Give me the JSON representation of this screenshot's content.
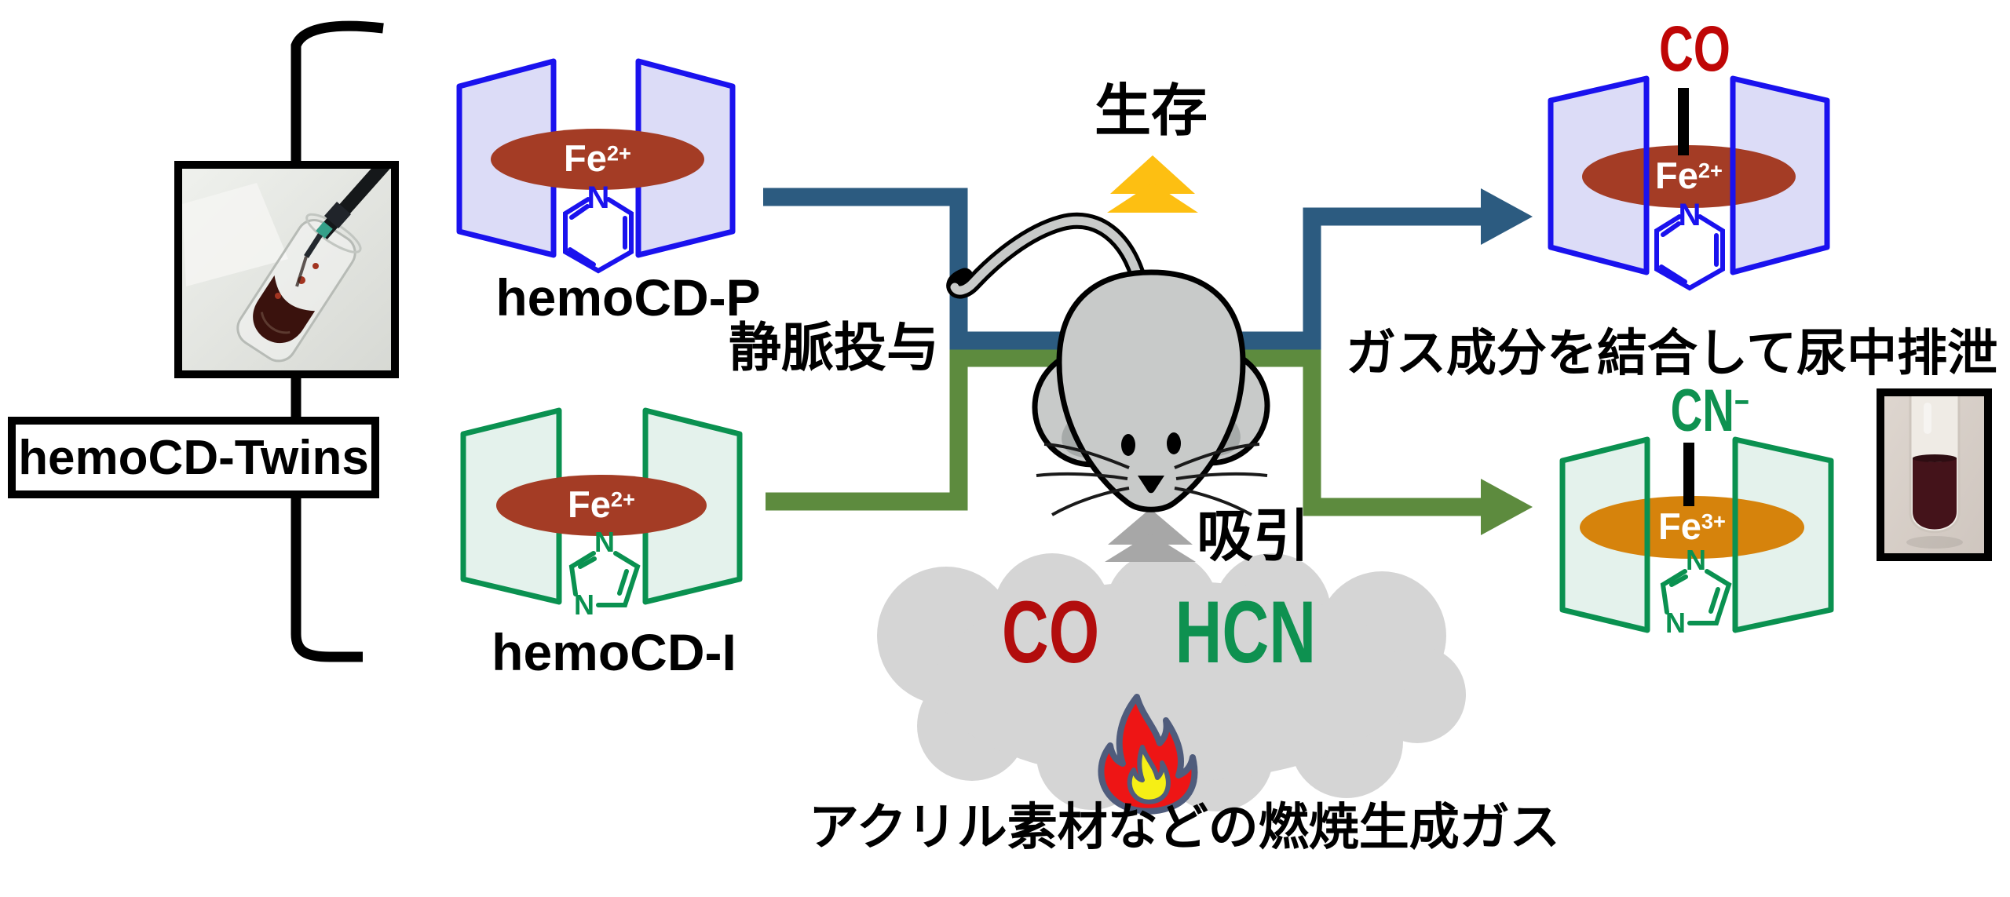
{
  "group_box": {
    "label": "hemoCD-Twins"
  },
  "hemocd_p": {
    "label": "hemoCD-P",
    "metal": "Fe",
    "charge": "2+",
    "ring_n": "N"
  },
  "hemocd_i": {
    "label": "hemoCD-I",
    "metal": "Fe",
    "charge": "2+",
    "ring_n_top": "N",
    "ring_n_bottom": "N"
  },
  "co_adduct": {
    "gas": "CO",
    "metal": "Fe",
    "charge": "2+",
    "ring_n": "N"
  },
  "cn_adduct": {
    "gas": "CN",
    "gas_charge": "−",
    "metal": "Fe",
    "charge": "3+",
    "ring_n_top": "N",
    "ring_n_bottom": "N"
  },
  "annotations": {
    "iv": "静脈投与",
    "survival": "生存",
    "inhalation": "吸引",
    "excretion": "ガス成分を結合して尿中排泄",
    "combustion": "アクリル素材などの燃焼生成ガス"
  },
  "cloud": {
    "gas_co": "CO",
    "gas_hcn": "HCN"
  },
  "colors": {
    "panel_blue_stroke": "#1a12ee",
    "panel_blue_fill": "#dcdcf7",
    "panel_green_stroke": "#0a9150",
    "panel_green_fill": "#e4f2ec",
    "heme_fe2plus": "#a43c25",
    "heme_fe3plus": "#d6830c",
    "co_label_red": "#bb0a0a",
    "hcn_label_green": "#0e9150",
    "route_blue": "#2c5b80",
    "route_green": "#5d8b3e",
    "survival_arrow_yellow": "#fdbf12",
    "inhalation_arrow_gray": "#a7a7a7",
    "smoke_cloud_gray": "#d5d5d5",
    "mouse_gray": "#c8cac9",
    "flame_red": "#ee1515",
    "flame_yellow": "#f6ef15"
  }
}
